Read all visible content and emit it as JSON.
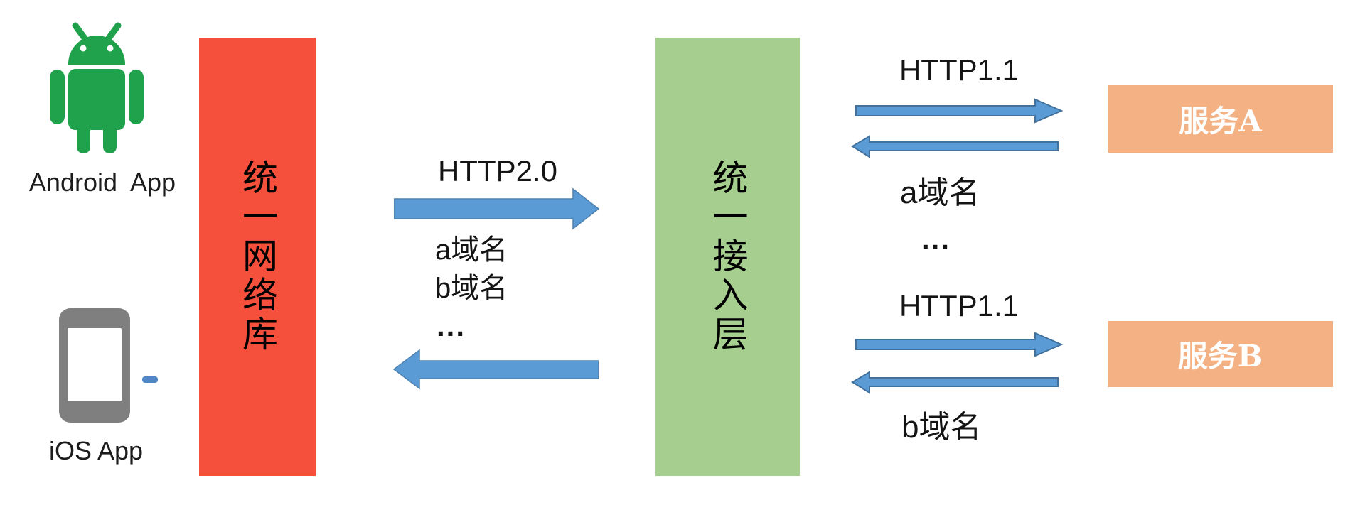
{
  "diagram": {
    "clients": {
      "android_label": "Android  App",
      "ios_label": "iOS App"
    },
    "network_library": {
      "label": "统一网络库"
    },
    "access_layer": {
      "label": "统一接入层"
    },
    "client_link": {
      "protocol": "HTTP2.0",
      "domain_a": "a域名",
      "domain_b": "b域名",
      "ellipsis": "..."
    },
    "service_a": {
      "protocol": "HTTP1.1",
      "domain": "a域名",
      "ellipsis": "...",
      "name": "服务A"
    },
    "service_b": {
      "protocol": "HTTP1.1",
      "domain": "b域名",
      "name": "服务B"
    },
    "colors": {
      "network_library_bg": "#F5503B",
      "access_layer_bg": "#A6CF8F",
      "service_box_bg": "#F4B183",
      "arrow_fill": "#5B9BD5",
      "arrow_stroke": "#41719C",
      "android_green": "#1FA24B",
      "ios_gray": "#7F7F7F",
      "text": "#141414"
    }
  }
}
